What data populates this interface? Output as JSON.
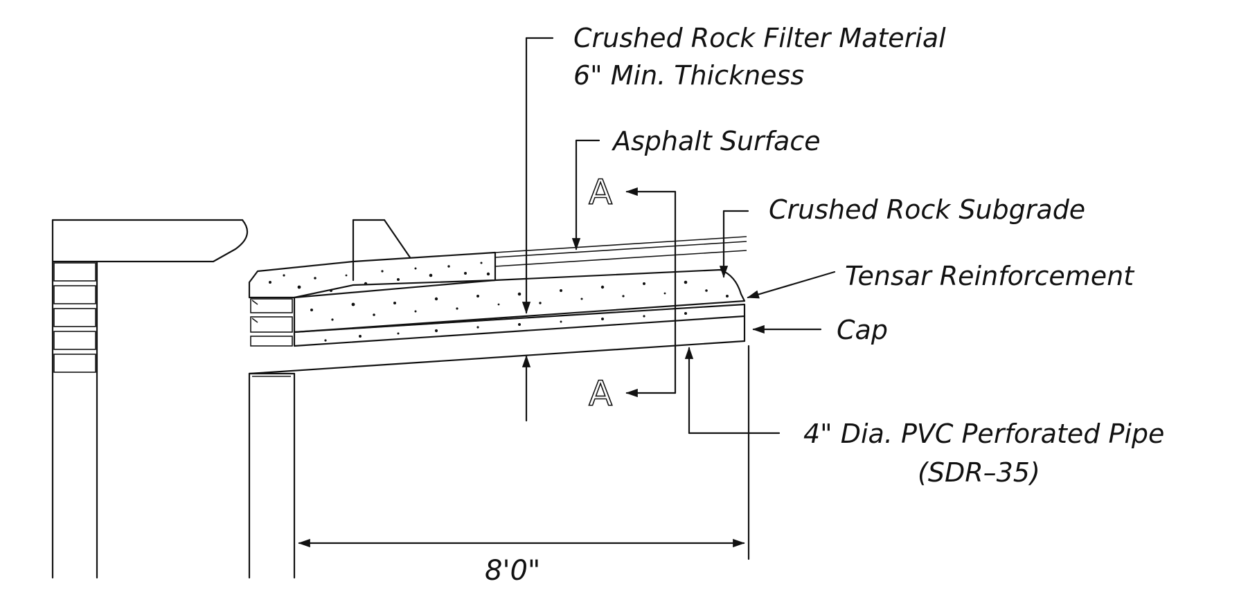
{
  "labels": {
    "filter_line1": "Crushed Rock Filter Material",
    "filter_line2": "6\" Min. Thickness",
    "asphalt": "Asphalt Surface",
    "subgrade": "Crushed Rock Subgrade",
    "tensar": "Tensar Reinforcement",
    "cap": "Cap",
    "pipe_line1": "4\" Dia. PVC Perforated Pipe",
    "pipe_line2": "(SDR–35)",
    "dimension": "8'0\"",
    "section_top": "A",
    "section_bottom": "A"
  },
  "colors": {
    "line": "#111111",
    "background": "#ffffff"
  }
}
